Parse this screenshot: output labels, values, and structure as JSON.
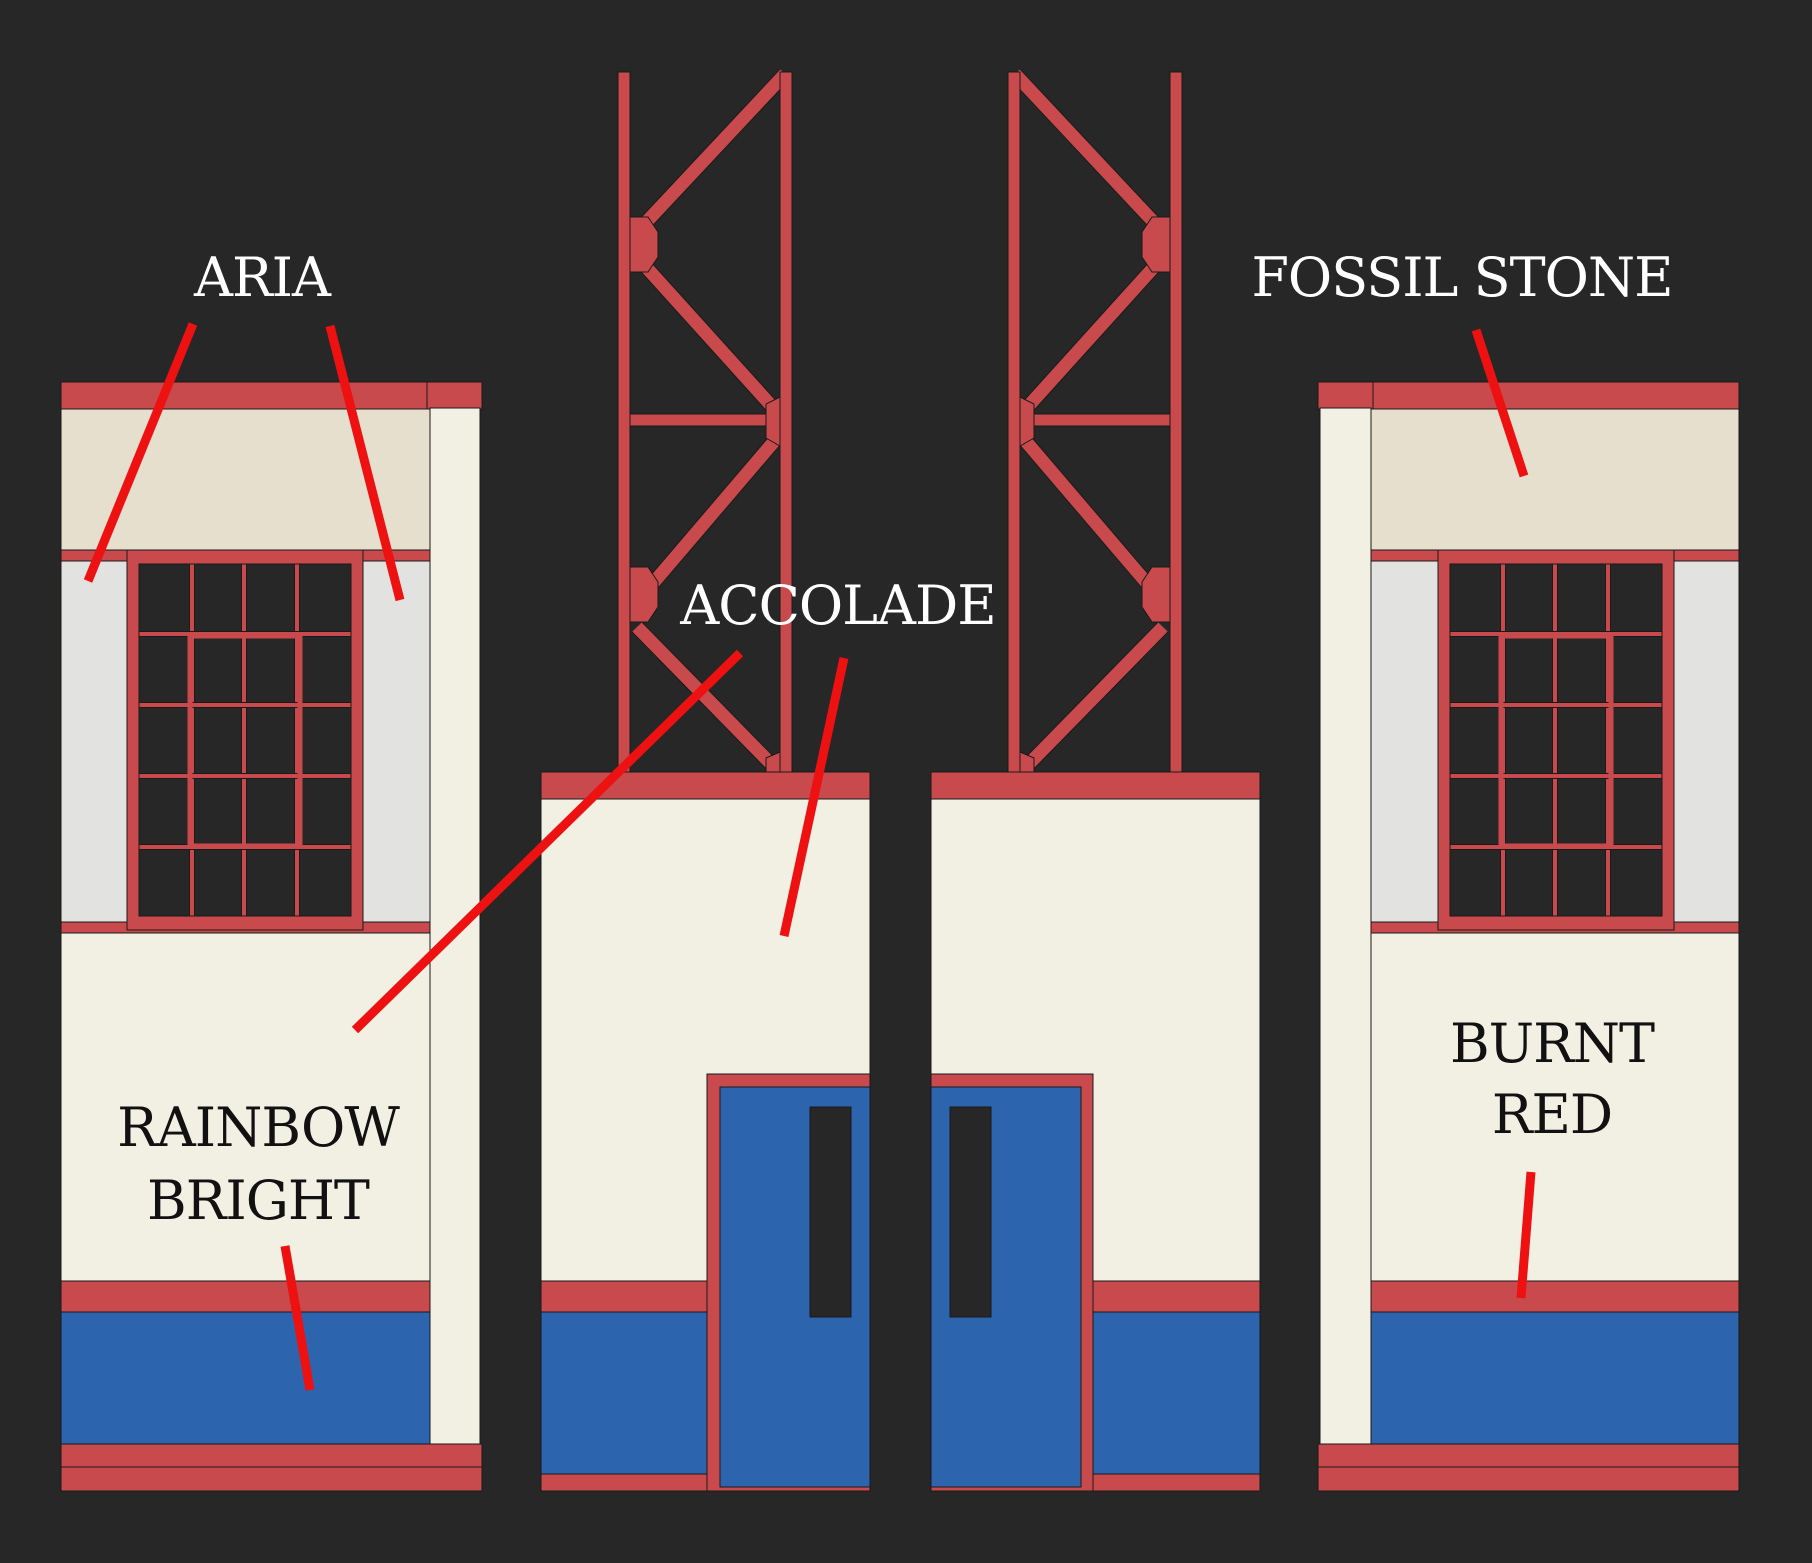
{
  "colors": {
    "background": "#272727",
    "trim_red": "#c84a4c",
    "cream": "#f2efe3",
    "fossil_stone": "#e6dfcd",
    "light_grey": "#e2e2e1",
    "blue": "#2c65ae",
    "pointer_red": "#ee1111",
    "outline": "#1a1a1a"
  },
  "labels": {
    "aria": "ARIA",
    "fossil_stone": "FOSSIL STONE",
    "accolade": "ACCOLADE",
    "rainbow_bright_line1": "RAINBOW",
    "rainbow_bright_line2": "BRIGHT",
    "burnt_red_line1": "BURNT",
    "burnt_red_line2": "RED"
  }
}
